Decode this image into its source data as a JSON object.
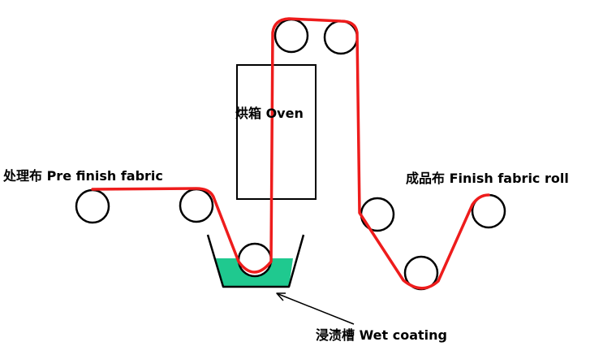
{
  "labels": {
    "oven": "烘箱 Oven",
    "pre_finish_fabric": "处理布 Pre finish fabric",
    "finish_fabric_roll": "成品布 Finish fabric roll",
    "wet_coating": "浸渍槽 Wet coating"
  },
  "colors": {
    "fabric_path": "#ee1c1c",
    "bath_liquid": "#1fc98f",
    "outline": "#000000",
    "background": "#ffffff"
  }
}
